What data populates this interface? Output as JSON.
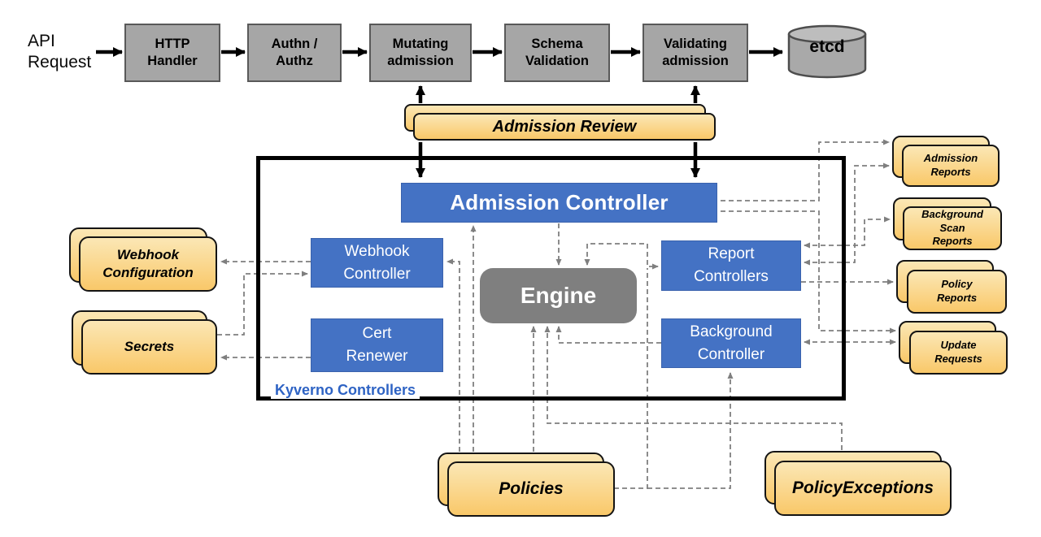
{
  "flow": {
    "request": "API Request",
    "stages": [
      "HTTP Handler",
      "Authn / Authz",
      "Mutating admission",
      "Schema Validation",
      "Validating admission"
    ],
    "datastore": "etcd"
  },
  "banner": {
    "label": "Admission Review"
  },
  "kyverno": {
    "box_label": "Kyverno Controllers",
    "admission_controller": "Admission Controller",
    "webhook_controller": "Webhook Controller",
    "cert_renewer": "Cert Renewer",
    "engine": "Engine",
    "report_controllers": "Report Controllers",
    "background_controller": "Background Controller"
  },
  "resources": {
    "webhook_configuration": "Webhook Configuration",
    "secrets": "Secrets",
    "admission_reports": "Admission Reports",
    "background_scan_reports": "Background Scan Reports",
    "policy_reports": "Policy Reports",
    "update_requests": "Update Requests",
    "policies": "Policies",
    "policy_exceptions": "PolicyExceptions"
  },
  "colors": {
    "controller_blue": "#4472c4",
    "stage_gray": "#a6a6a6",
    "engine_gray": "#7f7f7f",
    "card_gradient_top": "#fbe7b5",
    "card_gradient_bottom": "#f9c869",
    "connector_gray": "#808080",
    "outer_box_black": "#000000",
    "kyverno_label_blue": "#2e63c4"
  }
}
